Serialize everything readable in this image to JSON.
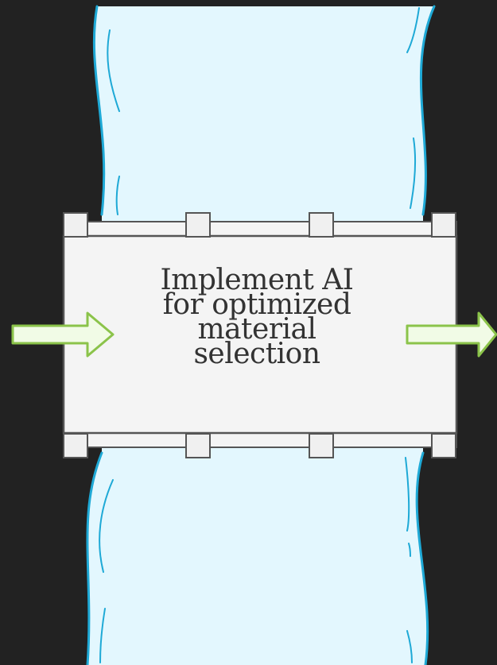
{
  "process": {
    "label_lines": [
      "Implement AI",
      "for optimized",
      "material",
      "selection"
    ]
  },
  "colors": {
    "background": "#222222",
    "river_fill": "#e3f7fe",
    "river_stroke": "#1ea9d6",
    "box_fill": "#f4f4f4",
    "box_stroke": "#555555",
    "arrow_fill": "#f1fbe6",
    "arrow_stroke": "#8bc34a",
    "text": "#333333"
  },
  "icons": {
    "input_arrow": "arrow-right-icon",
    "output_arrow": "arrow-right-icon"
  }
}
